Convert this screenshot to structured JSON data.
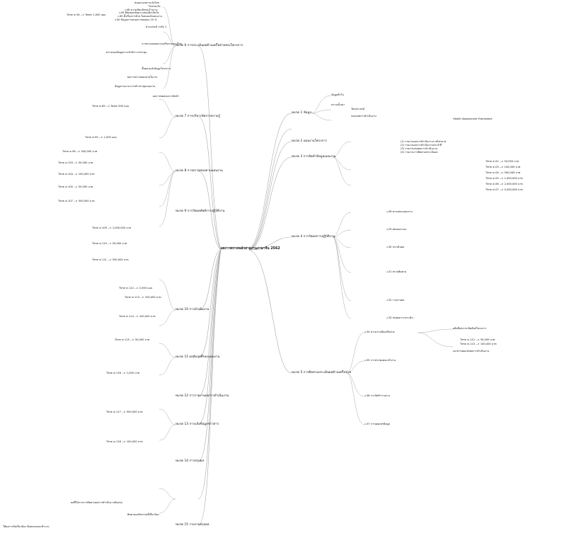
{
  "root": "ผลการตรวจพลักสายงานภาษาจีน 2562",
  "left_tree": {
    "top_group": [
      "ส่งออกเอกสารแจ้งโจท",
      "ไปจ่ายแจ้ง",
      "ง.48 ความขัดแย้งของโรงงาน",
      "ง.49 มีทดสอบข้อความของอีกเกิดโค",
      "Time ≥.94 --> Team 1,000 แผน",
      "ง.49 ตั้งเรื่องการย้าย ใบย่อยแจ้งแผนงาน",
      "ง.50 ข้อมูลการเสนอการทดสอบ 10 %"
    ],
    "branch_labels": [
      "ผ่านเกณฑ์ ระดับ 1",
      "การตรวจสอบตรวจเครือข่ายและอื่นๆ",
      "ตรวจสอบข้อมูลการเข้าทำการประชุม",
      "ขั้นตอนแจ้งข้อมูลโครงการ",
      "ผลการตรวจสอบตามใบงาน",
      "ข้อมูลรายงานการเข้าประชุมแผนงาน",
      "ผลการทดสอบการจัดทำ"
    ],
    "sections": [
      "หมวด 6 การประเมินผลด้านเครือข่ายของโครงการ",
      "หมวด 7 การบริหารจัดการความรู้",
      "หมวด 8 การตรวจสอบตามแผนงาน",
      "หมวด 9 การวัดผลลัพธ์การปฏิบัติงาน",
      "หมวด 10 การดำเนินงาน",
      "หมวด 11 ผลสัมฤทธิ์ของแผนงาน",
      "หมวด 12 การรายงานผลการดำเนินงาน",
      "หมวด 13 การแจ้งข้อมูลข่าวสาร",
      "หมวด 14 การสรุปผล",
      "หมวด 15 รายงานสรุปผล"
    ],
    "time_rows": [
      "Time ≥.89 --> Team 500 แผน",
      "Time ≥.95 --> 1,000 แผน",
      "Time ≥.96 --> 500,000 บาท",
      "Time ≥.103 --> 50,000 บาท",
      "Time ≥.104 --> 100,000 บาท",
      "Time ≥.105 --> 50,000 บาท",
      "Time ≥.107 --> 500,000 บาท",
      "Time ≥.109 --> 1,000,000 บาท",
      "Time ≥.110 --> 50,000 บาท",
      "Time ≥.111 --> 500,000 บาท",
      "Time ≥.112 --> 2,000 แผน",
      "Time ≥.113 --> 100,000 บาท",
      "Time ≥.114 --> 100,000 บาท",
      "Time ≥.115 --> 50,000 บาท",
      "Time ≥.116 --> 1,000 บาท",
      "Time ≥.117 --> 500,000 บาท",
      "Time ≥.118 --> 100,000 บาท"
    ],
    "bottom_notes": [
      "ให้ผลการจัดเกี่ยวข้อง ข้อตกลงคณะทำงาน",
      "ผลที่ได้จากการติดตามผลการดำเนินงานข้อสรุป",
      "ติดตามผลกิจกรรมที่เกี่ยวข้อง"
    ]
  },
  "right_tree": {
    "top_branches": [
      "หมวด 1 ข้อมูล",
      "หมวด 2 แผนงานโครงการ",
      "หมวด 3 การจัดทำข้อมูลแผนงาน",
      "หมวด 4 การวัดผลการปฏิบัติงาน",
      "หมวด 5 การติดตามประเมินผลด้านเครือข่าย"
    ],
    "items_1": [
      "ข้อมูลทั่วไป",
      "ความเป็นมา",
      "วัตถุประสงค์",
      "ขอบเขตการดำเนินงาน",
      "Health Assessment Framework"
    ],
    "items_3": [
      "(1) รายงานผลการดำเนินงานรายไตรมาส",
      "(2) รายงานผลการดำเนินงานประจำปี",
      "(3) รายงานสรุปผลการดำเนินงาน",
      "(4) รายงานการติดตามประเมินผล"
    ],
    "money_rows": [
      "Time ≥.02 --> 50,000 บาท",
      "Time ≥.03 --> 100,000 บาท",
      "Time ≥.04 --> 500,000 บาท",
      "Time ≥.05 --> 1,000,000 บาท",
      "Time ≥.06 --> 2,000,000 บาท",
      "Time ≥.07 --> 5,000,000 บาท"
    ],
    "items_4": [
      "ง.28 ตรวจสอบแผนงาน",
      "ง.29 ทดสอบระบบ",
      "ง.30 ประเมินผล",
      "ง.31 ตรวจติดตาม",
      "ง.32 รายงานผล",
      "ง.33 สรุปผลการประเมิน"
    ],
    "items_5": [
      "ง.34 ความร่วมมือเครือข่าย",
      "ง.35 การประชุมคณะทำงาน",
      "ง.36 การจัดทำรายงาน",
      "ง.37 การเผยแพร่ข้อมูล"
    ],
    "far_right": [
      "ผลิตสื่อประชาสัมพันธ์โครงการ",
      "Time ≥.112 --> 50,000 บาท",
      "Time ≥.113 --> 100,000 บาท",
      "เอกสารเผยแพร่ผลการดำเนินงาน"
    ]
  },
  "colors": {
    "line": "#a8a8a8",
    "text": "#111111",
    "background": "#ffffff"
  }
}
